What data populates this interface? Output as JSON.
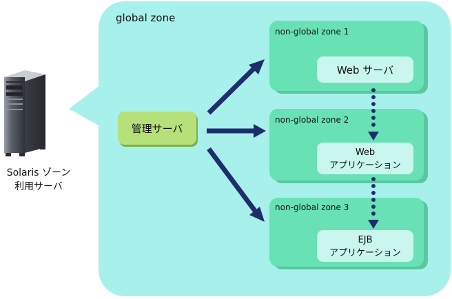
{
  "global_zone": {
    "label": "global zone"
  },
  "server": {
    "label_line1": "Solaris ゾーン",
    "label_line2": "利用サーバ"
  },
  "management_server": {
    "label": "管理サーバ"
  },
  "zones": [
    {
      "label": "non-global zone 1",
      "app_line1": "Web サーバ",
      "app_line2": ""
    },
    {
      "label": "non-global zone 2",
      "app_line1": "Web",
      "app_line2": "アプリケーション"
    },
    {
      "label": "non-global zone 3",
      "app_line1": "EJB",
      "app_line2": "アプリケーション"
    }
  ],
  "colors": {
    "global_fill": "#a8f0ec",
    "zone_fill": "#68e2b4",
    "zone_shadow": "#58c8a0",
    "app_fill": "#c9f6ee",
    "mgmt_fill": "#b5e07a",
    "mgmt_border": "#7fb048",
    "arrow": "#1d2f6b",
    "server_body": "#4b4f58"
  }
}
